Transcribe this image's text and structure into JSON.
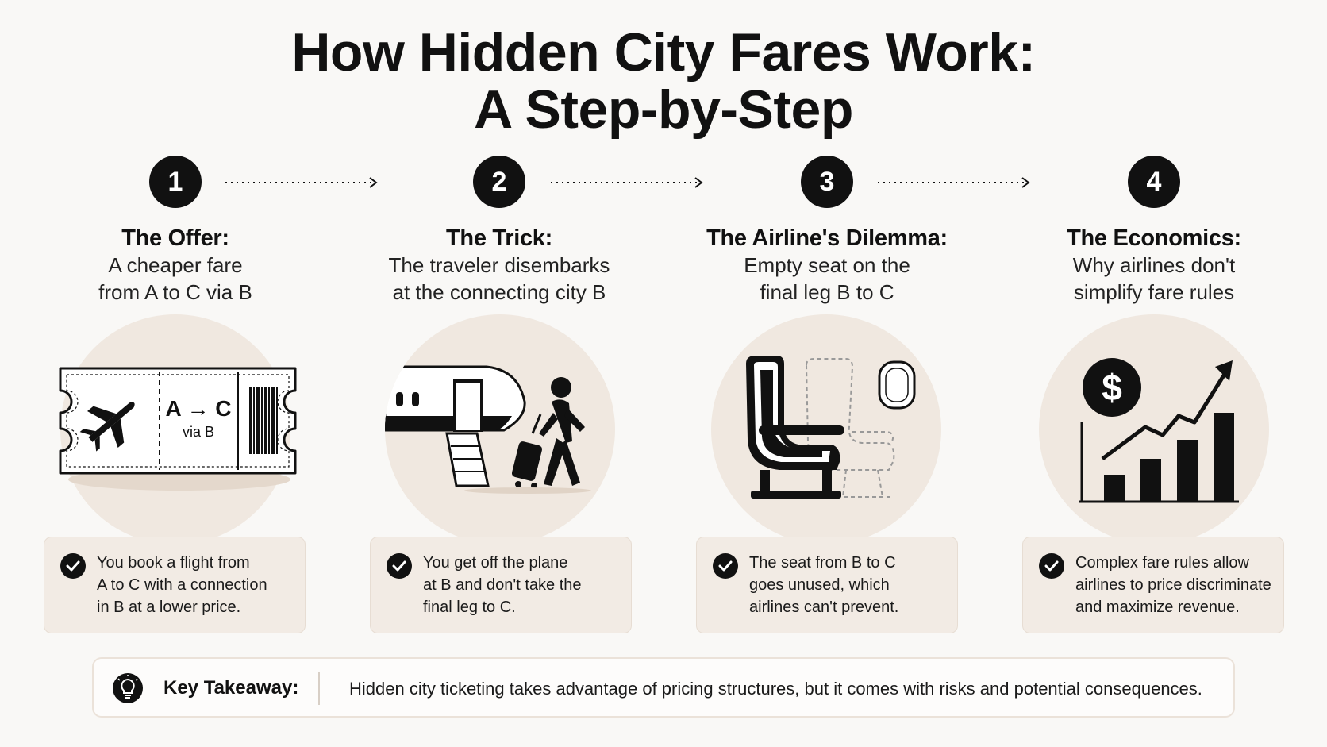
{
  "title": {
    "line1": "How Hidden City Fares Work:",
    "line2": "A Step-by-Step"
  },
  "steps": [
    {
      "number": "1",
      "heading": "The Offer:",
      "sub": [
        "A cheaper fare",
        "from A to C via B"
      ],
      "illustration": "ticket-icon",
      "ticket_route": "A → C",
      "ticket_via": "via B",
      "card": [
        "You book a flight from",
        "A to C with a connection",
        "in B at a lower price."
      ]
    },
    {
      "number": "2",
      "heading": "The Trick:",
      "sub": [
        "The traveler disembarks",
        "at the connecting city B"
      ],
      "illustration": "disembark-icon",
      "card": [
        "You get off the plane",
        "at B and don't take the",
        "final leg to C."
      ]
    },
    {
      "number": "3",
      "heading": "The Airline's Dilemma:",
      "sub": [
        "Empty seat on the",
        "final leg B to C"
      ],
      "illustration": "empty-seat-icon",
      "card": [
        "The seat from B to C",
        "goes unused, which",
        "airlines can't prevent."
      ]
    },
    {
      "number": "4",
      "heading": "The Economics:",
      "sub": [
        "Why airlines don't",
        "simplify fare rules"
      ],
      "illustration": "revenue-chart-icon",
      "dollar": "$",
      "card": [
        "Complex fare rules allow",
        "airlines to price discriminate",
        "and maximize revenue."
      ]
    }
  ],
  "takeaway": {
    "label": "Key Takeaway:",
    "text": "Hidden city ticketing takes advantage of pricing structures, but it comes with risks and potential consequences.",
    "icon": "lightbulb-icon"
  },
  "colors": {
    "background": "#f9f8f6",
    "accent_dark": "#111111",
    "circle_fill": "#f0e8e0",
    "card_fill": "#f2ebe4"
  }
}
